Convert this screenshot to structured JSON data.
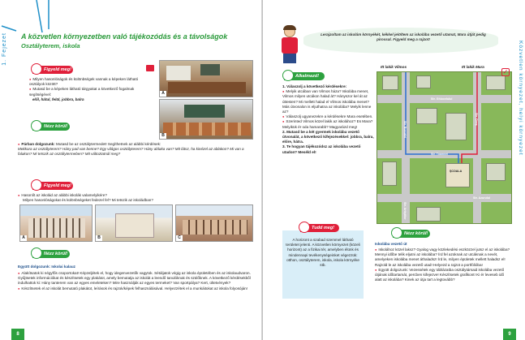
{
  "left_page": {
    "side_text": "1. Fejezet",
    "title": "A közvetlen környezetben való tájékozódás és a távolságok",
    "subtitle": "Osztályterem, iskola",
    "figyeld_label": "Figyeld meg!",
    "figyeld1_items": [
      "Milyen hasonlóságok és különbségek vannak a képeken látható osztályok között?",
      "Mutasd be a képeken látható tárgyakat a következő fogalmak segítségével:"
    ],
    "figyeld1_terms": "elől, hátul, felül, jobbra, balra",
    "nezz_label": "Nézz körül!",
    "nezz1_lead": "Párban dolgozunk:",
    "nezz1_text": "Mutasd be az osztálytermedet! Segíthetnek az alábbi kérdések:",
    "nezz1_questions": "Mekkora az osztályterem? Hány pad van benne? Egy világos osztályterem? Hány ablaka van? Mit látsz, ha kinézel az ablakon? Mi van a falakon? Mi tetszik az osztálytermeben? Mit változtatnál meg?",
    "figyeld2_items": [
      "Hasonlít az iskolád az alábbi iskolák valamelyikére?",
      "Milyen hasonlóságokat és különbségeket fedezel fel? Mi tetszik az iskoládban?"
    ],
    "nezz2_title": "Együtt dolgozunk: Iskolai kalauz",
    "nezz2_items": [
      "Alakítsatok ki négyfős csoportokat! Képzeljétek el, hogy idegenvezetők vagytok. Sétáljatok végig az iskola épületében és az iskolaudvaron. Gyűjtsetek információkat és készítsetek egy plakátot, amely bemutatja az iskolát a leendő tanulóknak és szülőknek. A következő kérdésekből indulhattok ki: Hány tanterem van az egyes emeleteken? Mire használják az egyes termeket? Van sportpálya? Kert, ültetvények?",
      "Készítsetek el az iskolát bemutató plakátot, leírások és rajzok/képek felhasználásával. Helyezzétek el a munkáitokat az iskola folyosóján!"
    ],
    "photo_labels": [
      "A",
      "B",
      "A",
      "B",
      "C"
    ],
    "page_number": "8"
  },
  "right_page": {
    "side_text": "Közvetlen környezet, helyi környezet",
    "speech": "Lerajzoltam az iskolám környékét, kékkel jelöltem az iskolába vezető utamat, Mara útját pedig pirossal. Figyeld meg a rajzot!",
    "alkalmazd_label": "Alkalmazd!",
    "alkalmazd_items": [
      "1. Válaszolj a következő kérdésekre:",
      "Melyik utcában van Vilmos háza? Iskolába menet, Vilmos milyen utcákon halad át? Hányszor kel át az úttesten? Mi mellett halad el Vilmos iskolába menet? Más útvonalon is eljuthatna az iskolába? Melyik lenne az?",
      "Válaszolj ugyanezekre a kérdésekre Mara esetében.",
      "Szerinted Vilmos közel lakik az iskolához? Es Mara? Melyikük ér oda hamarabb? Magyarázd meg!",
      "2. Mutasd be a két gyermek iskolába vezető útvonalát, a következő kifejezésekkel: jobbra, balra, előre, hátra.",
      "3. Te hogyan tájékozódsz az iskolába vezető utadon? Meséld el!"
    ],
    "tudd_label": "Tudd meg!",
    "tudd_text": "A horizont a szabad szemmel látható területet jelenti. A közvetlen környezet (közeli horizont) az a fizikai tér, amelyben élünk és mindennapi tevékenységeinket végezzük: otthon, osztályterem, iskola, iskola környéke stb.",
    "nezz_label": "Nézz körül!",
    "nezz_title": "Iskolába vezető út",
    "nezz_items": [
      "Iskolához közel laksz? Gyalog vagy közlekedési eszközzel jutsz el az iskolába? Mennyi időbe telik eljutni az iskolába? Írd fel azoknak az utcáknak a nevét, amelyeken iskolába menet áthaladsz! Írd le, milyen épületek mellett haladsz el! Rajzold le az iskolába vezető utad! Helyezd a rajzot a portfólióba!",
      "Együtt dolgozunk: Vezessétek egy táblázatba osztálytársaid iskolába vezető útjának időtartamát, percben kifejezve! Készítsetek grafikont! Ki ér leveseb idő alatt az iskolába? Kinek az útja tart a legtovább?"
    ],
    "map_labels": {
      "vilmos": "Itt lakik Vilmos",
      "mara": "Itt lakik Mara",
      "ghiocelului": "Str. Ghiocelului",
      "teamnei": "Str. Toamnei",
      "scoala": "ŞCOALA",
      "azurului": "Str. Azurului",
      "bucuriei": "Str. Bucuriei",
      "artistilor": "Str. Artiştilor",
      "cirese": "Str. Cireş"
    },
    "page_number": "9"
  },
  "colors": {
    "accent_red": "#e0203a",
    "accent_green": "#2da13f",
    "accent_blue": "#1e8fc8"
  }
}
